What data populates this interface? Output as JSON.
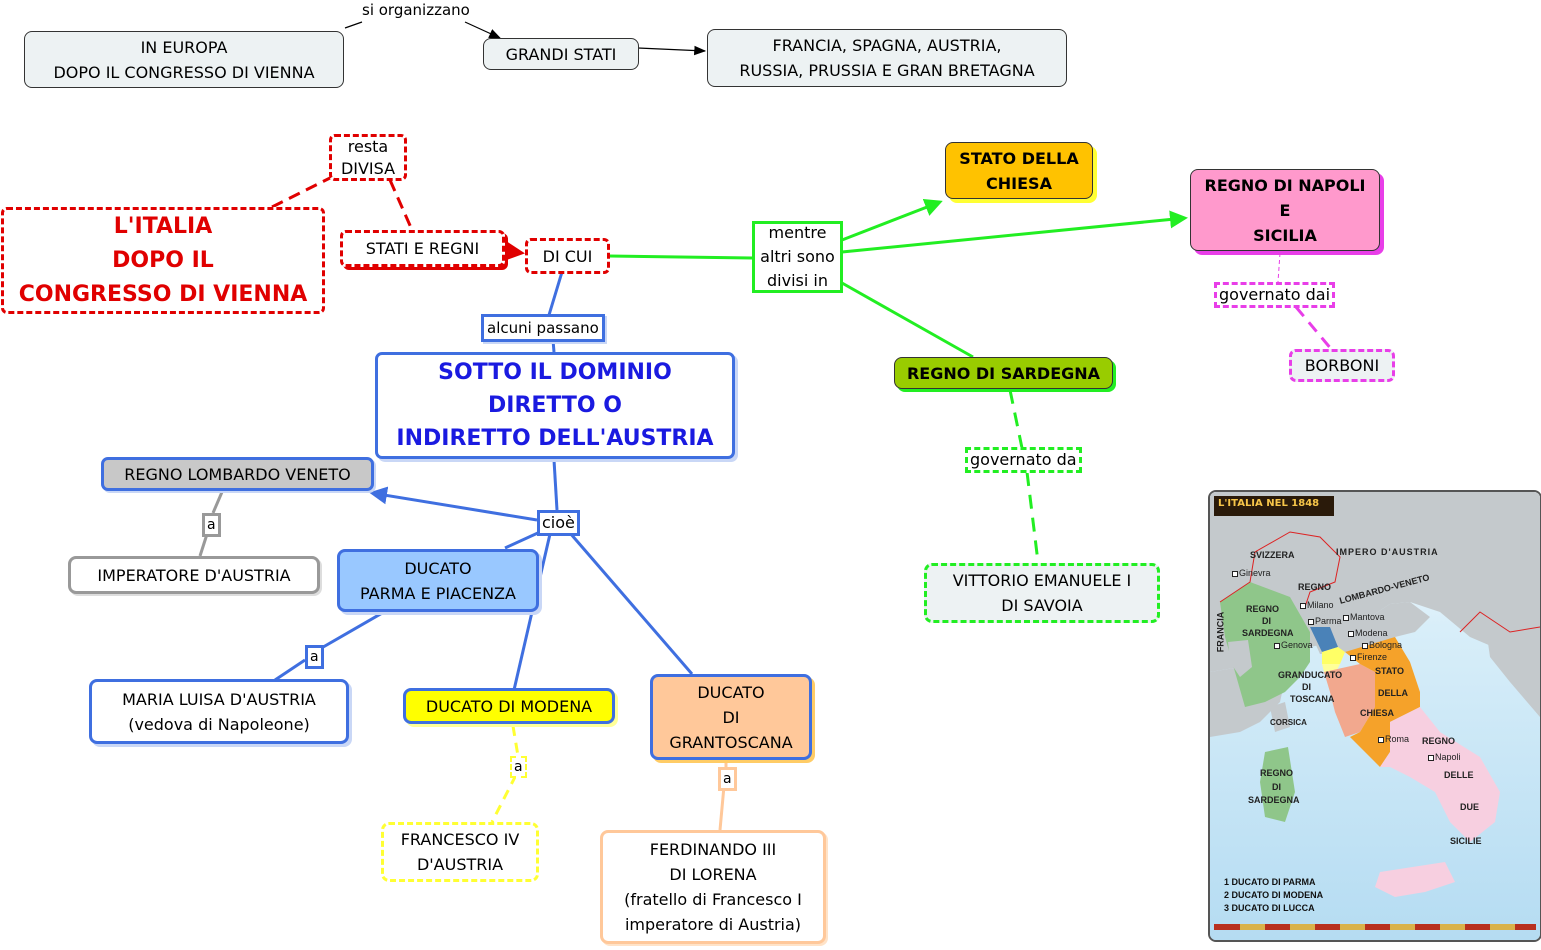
{
  "europe": {
    "main_node": [
      "IN EUROPA",
      "DOPO IL CONGRESSO DI VIENNA"
    ],
    "link_label": "si organizzano",
    "grandi_stati": "GRANDI STATI",
    "states_list": [
      "FRANCIA, SPAGNA, AUSTRIA,",
      "RUSSIA, PRUSSIA E GRAN BRETAGNA"
    ]
  },
  "italia": {
    "main_node": [
      "L'ITALIA",
      "DOPO IL",
      "CONGRESSO DI VIENNA"
    ],
    "resta_divisa": [
      "resta",
      "DIVISA"
    ],
    "stati_regni": "STATI E REGNI",
    "di_cui": "DI CUI",
    "alcuni_passano": "alcuni passano",
    "mentre_altri": [
      "mentre",
      "altri sono",
      "divisi in"
    ]
  },
  "austria": {
    "dominio": [
      "SOTTO IL DOMINIO",
      "DIRETTO O",
      "INDIRETTO DELL'AUSTRIA"
    ],
    "cioe": "cioè",
    "a_label": "a",
    "lombardo_veneto": "REGNO LOMBARDO VENETO",
    "imperatore": "IMPERATORE D'AUSTRIA",
    "parma": [
      "DUCATO",
      "PARMA E PIACENZA"
    ],
    "maria_luisa": [
      "MARIA LUISA D'AUSTRIA",
      "(vedova di Napoleone)"
    ],
    "modena": "DUCATO DI MODENA",
    "francesco": [
      "FRANCESCO IV",
      "D'AUSTRIA"
    ],
    "toscana": [
      "DUCATO",
      "DI",
      "GRANTOSCANA"
    ],
    "ferdinando": [
      "FERDINANDO III",
      "DI LORENA",
      "(fratello di Francesco I",
      "imperatore di Austria)"
    ]
  },
  "altri": {
    "chiesa": [
      "STATO DELLA",
      "CHIESA"
    ],
    "napoli": [
      "REGNO DI NAPOLI",
      "E",
      "SICILIA"
    ],
    "governato_dai": "governato dai",
    "borboni": "BORBONI",
    "sardegna": "REGNO DI SARDEGNA",
    "governato_da": "governato da",
    "vittorio": [
      "VITTORIO EMANUELE I",
      "DI SAVOIA"
    ]
  },
  "colors": {
    "red": "#e00000",
    "blue": "#3f6fe0",
    "green": "#22ee22",
    "magenta": "#e83ee8",
    "chiesa_fill": "#ffc200",
    "napoli_fill": "#ff99cc",
    "sardegna_fill": "#99cc00",
    "lombardo_fill": "#c8c8c8",
    "parma_fill": "#99c8ff",
    "modena_fill": "#ffff00",
    "toscana_fill": "#ffc89a"
  },
  "map": {
    "title": "L'ITALIA NEL 1848",
    "labels": {
      "svizzera": "SVIZZERA",
      "impero": "IMPERO D'AUSTRIA",
      "regno_lv": "REGNO",
      "lv": "LOMBARDO-VENETO",
      "francia": "FRANCIA",
      "sard1": "REGNO",
      "sard2": "DI",
      "sard3": "SARDEGNA",
      "gran1": "GRANDUCATO",
      "gran2": "DI",
      "gran3": "TOSCANA",
      "stato1": "STATO",
      "stato2": "DELLA",
      "stato3": "CHIESA",
      "corsica": "CORSICA",
      "isl1": "REGNO",
      "isl2": "DI",
      "isl3": "SARDEGNA",
      "due1": "REGNO",
      "due2": "DELLE",
      "due3": "DUE",
      "due4": "SICILIE"
    },
    "cities": [
      "Ginevra",
      "Milano",
      "Mantova",
      "Parma",
      "Modena",
      "Bologna",
      "Genova",
      "Firenze",
      "Roma",
      "Napoli"
    ],
    "legend": [
      "1 DUCATO DI PARMA",
      "2 DUCATO DI MODENA",
      "3 DUCATO DI LUCCA"
    ]
  }
}
